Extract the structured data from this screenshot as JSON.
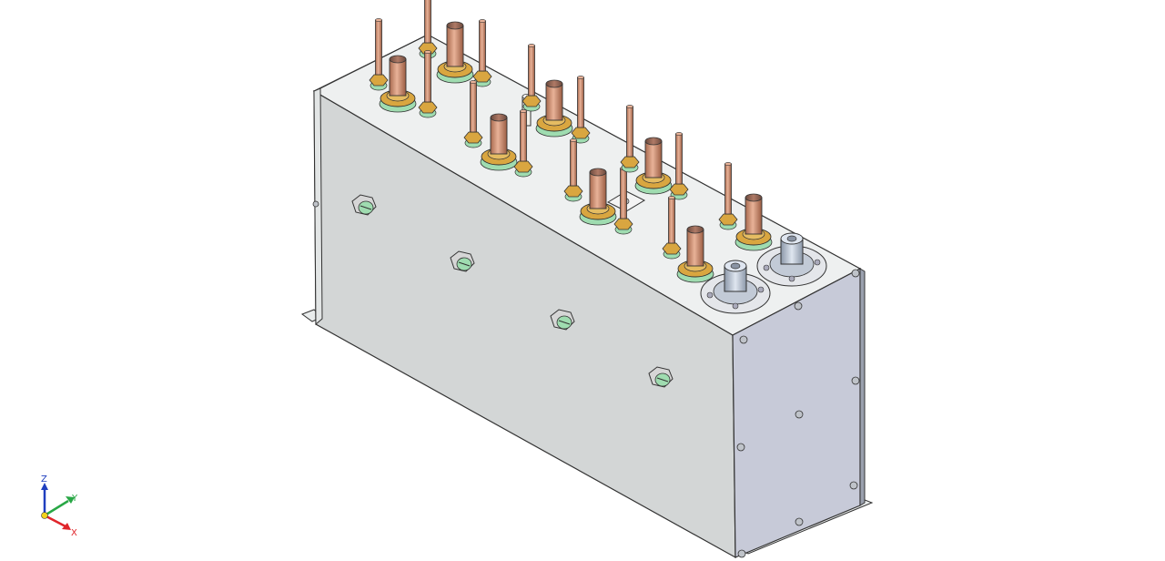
{
  "axes": {
    "z_label": "Z",
    "y_label": "Y",
    "x_label": "X"
  },
  "colors": {
    "background": "#ffffff",
    "front_face": "#d3d6d6",
    "top_face": "#eef0f0",
    "side_face": "#c7cad8",
    "copper": "#c88a6a",
    "brass": "#d9a640",
    "green_seal": "#9fdcb0",
    "steel": "#aeb8c8",
    "axis_x": "#e0252b",
    "axis_y": "#28a745",
    "axis_z": "#1f3fbf"
  },
  "icons": {
    "triad": "coordinate-triad-icon",
    "terminal": "terminal-stud-icon",
    "connector": "flange-connector-icon"
  }
}
